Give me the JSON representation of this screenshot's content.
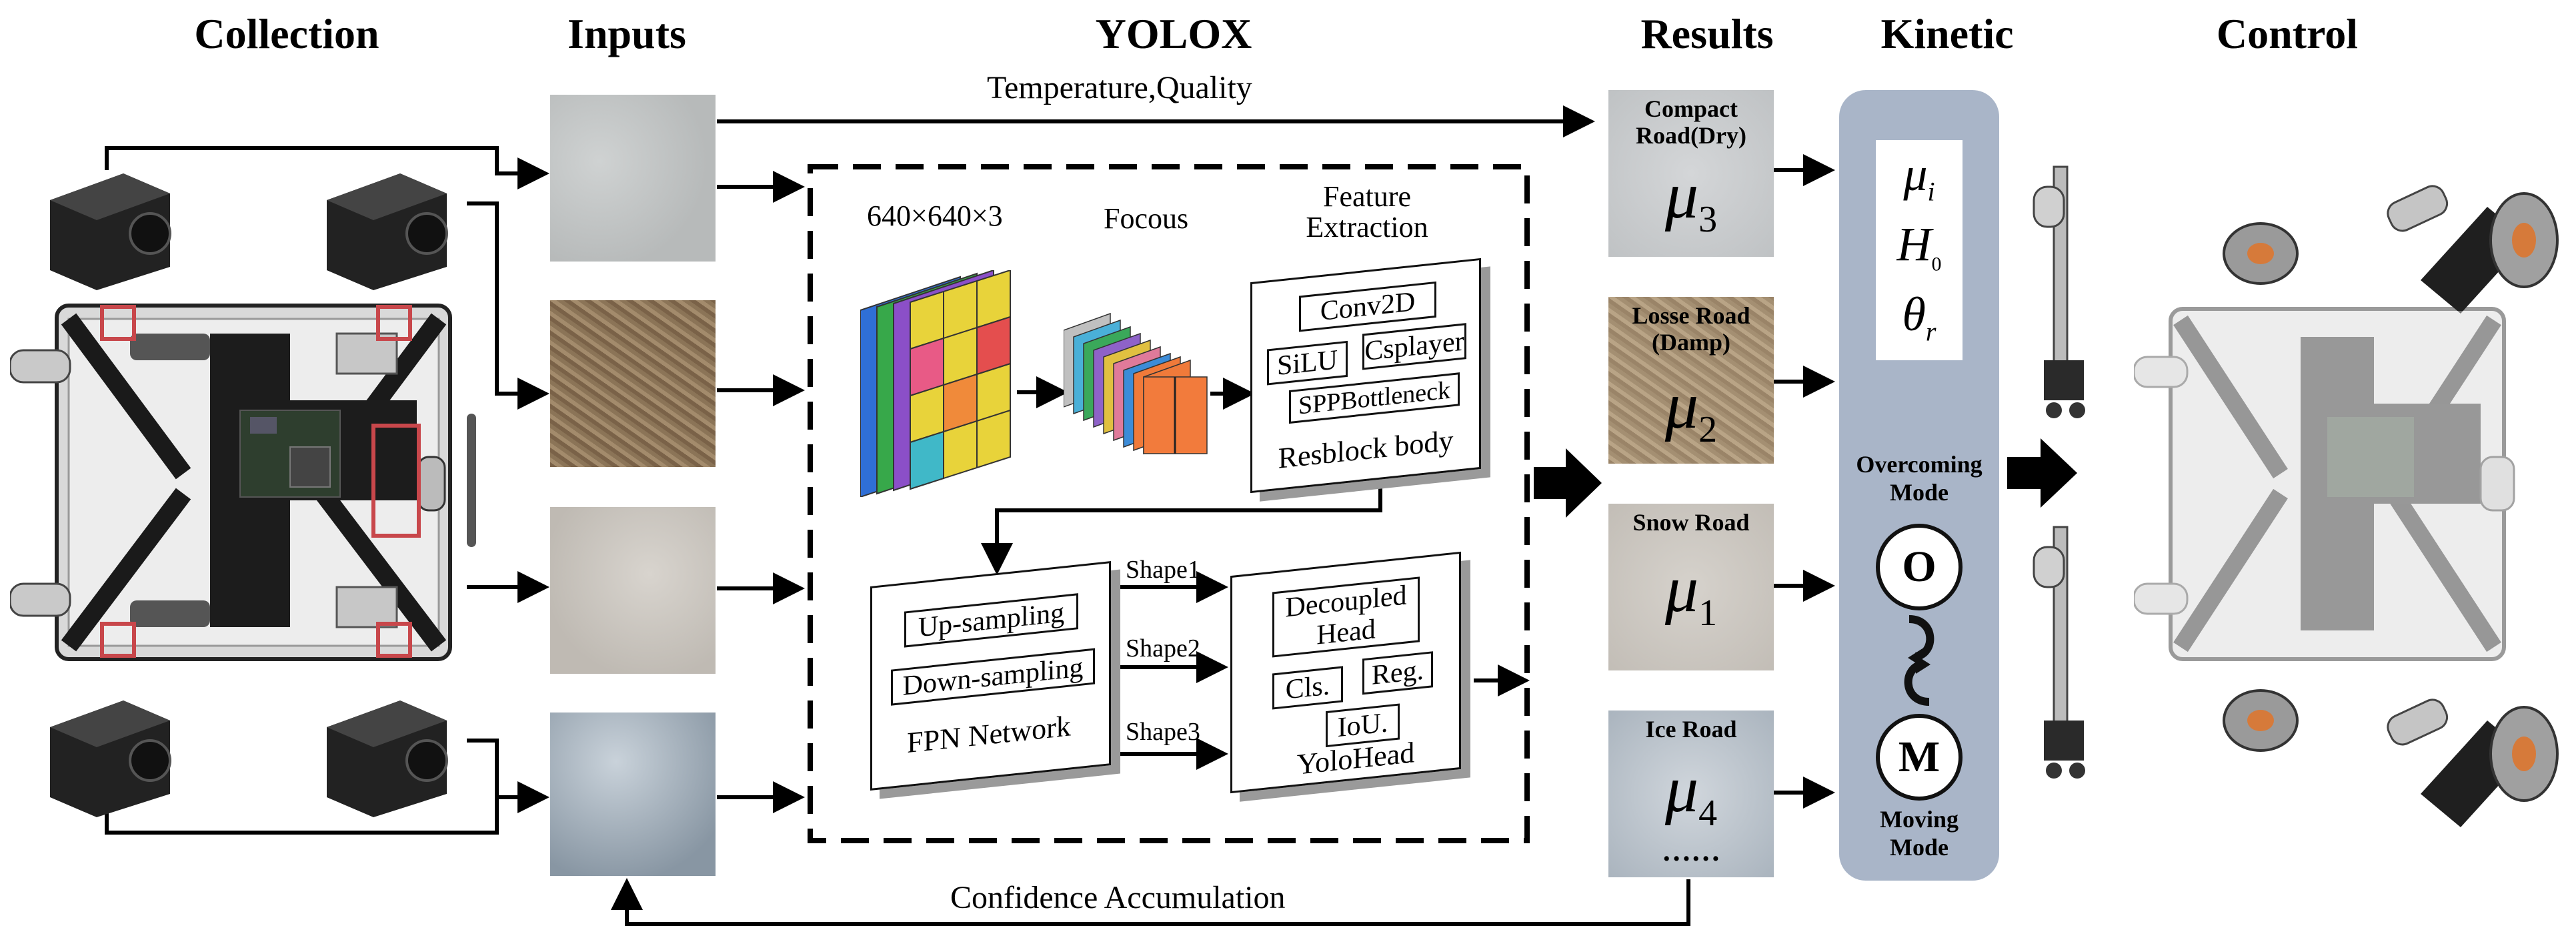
{
  "headers": {
    "collection": "Collection",
    "inputs": "Inputs",
    "yolox": "YOLOX",
    "results": "Results",
    "kinetic": "Kinetic",
    "control": "Control"
  },
  "flow_labels": {
    "temperature_quality": "Temperature,Quality",
    "confidence_accumulation": "Confidence Accumulation"
  },
  "yolox": {
    "input_size": "640×640×3",
    "focus": "Focous",
    "feature_extraction": "Feature Extraction",
    "backbone": {
      "conv2d": "Conv2D",
      "silu": "SiLU",
      "csplayer": "Csplayer",
      "spp": "SPPBottleneck",
      "caption": "Resblock body"
    },
    "fpn": {
      "up": "Up-sampling",
      "down": "Down-sampling",
      "caption": "FPN Network"
    },
    "shapes": [
      "Shape1",
      "Shape2",
      "Shape3"
    ],
    "head": {
      "decoupled": "Decoupled Head",
      "cls": "Cls.",
      "reg": "Reg.",
      "iou": "IoU.",
      "caption": "YoloHead"
    }
  },
  "results": [
    {
      "title": "Compact Road(Dry)",
      "mu_index": "3",
      "tint": "#c9ccce"
    },
    {
      "title": "Losse Road (Damp)",
      "mu_index": "2",
      "tint": "#a08a6e"
    },
    {
      "title": "Snow Road",
      "mu_index": "1",
      "tint": "#cfcbc6"
    },
    {
      "title": "Ice Road",
      "mu_index": "4",
      "tint": "#b7bfc6"
    }
  ],
  "results_more": "……",
  "kinetic": {
    "params": [
      "μ",
      "H",
      "θ"
    ],
    "param_subs": [
      "i",
      "0",
      "r"
    ],
    "overcoming_mode": "Overcoming Mode",
    "moving_mode": "Moving Mode",
    "o": "O",
    "m": "M"
  },
  "colors": {
    "kinetic_panel": "#a9b5c8",
    "highlight_red": "#c8474b",
    "input_dry": "#c3c6c6",
    "input_soil": "#8c775c",
    "input_snow": "#cbc6bf",
    "input_ice": "#9aa8b5"
  }
}
